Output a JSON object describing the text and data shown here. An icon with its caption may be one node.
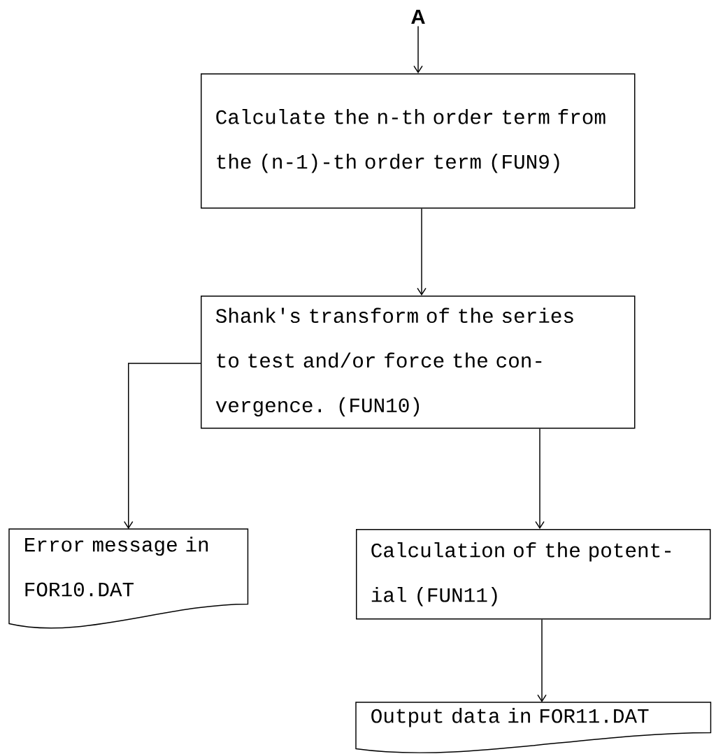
{
  "diagram": {
    "nodes": [
      {
        "text": [
          "A"
        ]
      },
      {
        "text": [
          "Calculate the n-th order term from the (n-1)-th order term (FUN9)"
        ]
      },
      {
        "text": [
          "Shank's transform of the series to test and/or force the con- vergence. (FUN10)"
        ]
      },
      {
        "text": [
          "Error message in FOR10.DAT"
        ]
      },
      {
        "text": [
          "Calculation of the potent- ial (FUN11)"
        ]
      },
      {
        "text": [
          "Output data in FOR11.DAT"
        ]
      }
    ],
    "edges": [
      {
        "from": 0,
        "to": 1,
        "arrow": "to"
      },
      {
        "from": 1,
        "to": 2,
        "arrow": "to"
      },
      {
        "from": 2,
        "to": 3,
        "arrow": "to"
      },
      {
        "from": 2,
        "to": 4,
        "arrow": "to"
      },
      {
        "from": 4,
        "to": 5,
        "arrow": "to"
      }
    ]
  }
}
